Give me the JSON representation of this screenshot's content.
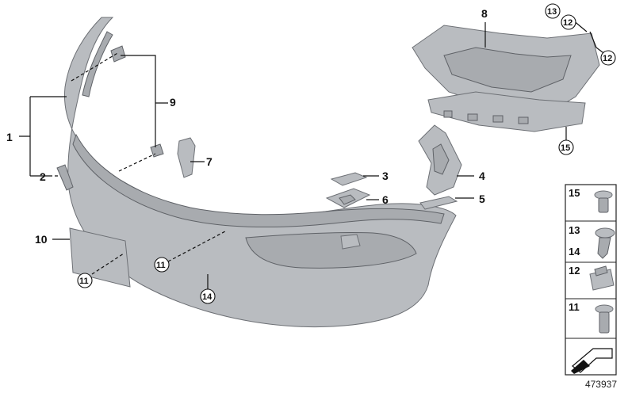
{
  "callouts": [
    {
      "id": "1",
      "text": "1"
    },
    {
      "id": "2",
      "text": "2"
    },
    {
      "id": "3",
      "text": "3"
    },
    {
      "id": "4",
      "text": "4"
    },
    {
      "id": "5",
      "text": "5"
    },
    {
      "id": "6",
      "text": "6"
    },
    {
      "id": "7",
      "text": "7"
    },
    {
      "id": "8",
      "text": "8"
    },
    {
      "id": "9",
      "text": "9"
    },
    {
      "id": "10",
      "text": "10"
    },
    {
      "id": "11a",
      "text": "11"
    },
    {
      "id": "11b",
      "text": "11"
    },
    {
      "id": "12a",
      "text": "12"
    },
    {
      "id": "12b",
      "text": "12"
    },
    {
      "id": "13",
      "text": "13"
    },
    {
      "id": "14",
      "text": "14"
    },
    {
      "id": "15",
      "text": "15"
    }
  ],
  "legend": {
    "items": [
      {
        "label": "15"
      },
      {
        "label": "13"
      },
      {
        "label": "14"
      },
      {
        "label": "12"
      },
      {
        "label": "11"
      }
    ]
  },
  "footer": {
    "diagram_number": "473937"
  },
  "colors": {
    "part_fill": "#b9bcc0",
    "part_stroke": "#6d7075",
    "leader": "#111111",
    "background": "#ffffff"
  }
}
